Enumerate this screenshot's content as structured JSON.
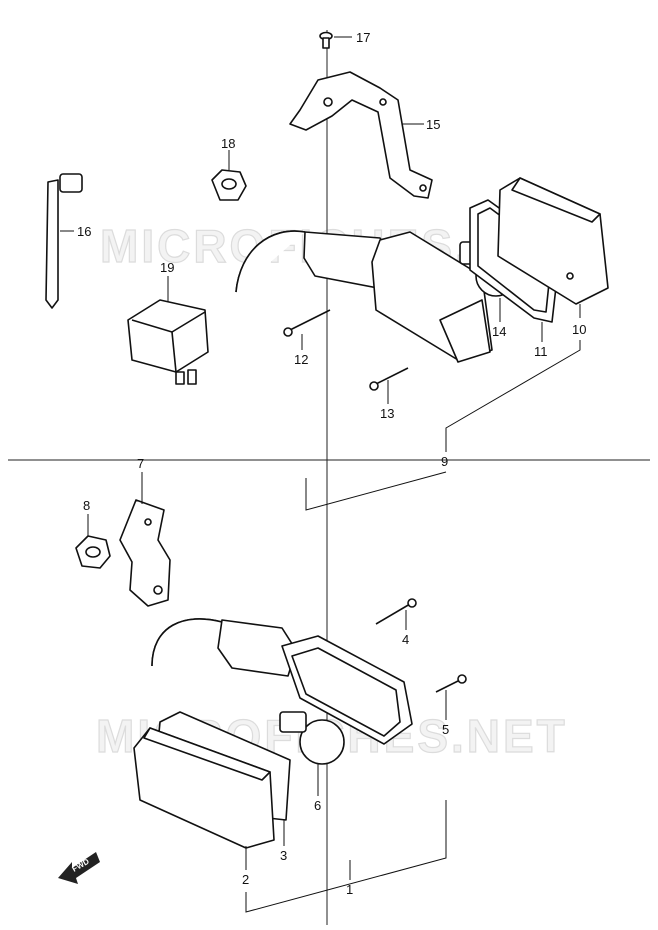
{
  "watermark": {
    "text": "MICROFICHES.NET"
  },
  "direction_marker": {
    "label": "FWD"
  },
  "callouts": [
    {
      "id": "c1",
      "label": "1"
    },
    {
      "id": "c2",
      "label": "2"
    },
    {
      "id": "c3",
      "label": "3"
    },
    {
      "id": "c4",
      "label": "4"
    },
    {
      "id": "c5",
      "label": "5"
    },
    {
      "id": "c6",
      "label": "6"
    },
    {
      "id": "c7",
      "label": "7"
    },
    {
      "id": "c8",
      "label": "8"
    },
    {
      "id": "c9",
      "label": "9"
    },
    {
      "id": "c10",
      "label": "10"
    },
    {
      "id": "c11",
      "label": "11"
    },
    {
      "id": "c12",
      "label": "12"
    },
    {
      "id": "c13",
      "label": "13"
    },
    {
      "id": "c14",
      "label": "14"
    },
    {
      "id": "c15",
      "label": "15"
    },
    {
      "id": "c16",
      "label": "16"
    },
    {
      "id": "c17",
      "label": "17"
    },
    {
      "id": "c18",
      "label": "18"
    },
    {
      "id": "c19",
      "label": "19"
    }
  ]
}
